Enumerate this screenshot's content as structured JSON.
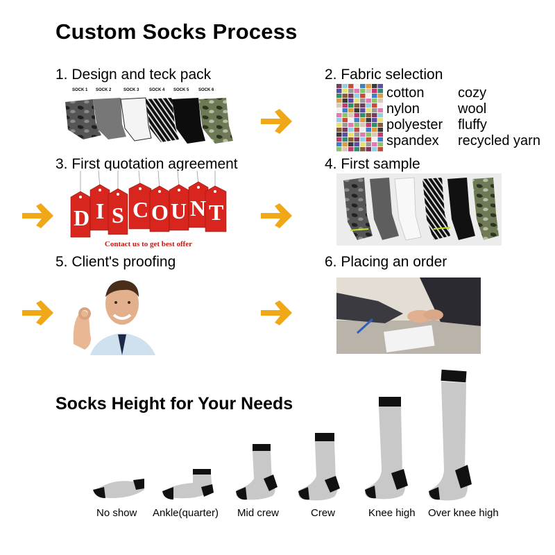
{
  "title": "Custom Socks Process",
  "steps": [
    {
      "label": "1. Design and teck pack"
    },
    {
      "label": "2. Fabric selection"
    },
    {
      "label": "3. First quotation agreement"
    },
    {
      "label": "4. First sample"
    },
    {
      "label": "5. Client's proofing"
    },
    {
      "label": "6. Placing an order"
    }
  ],
  "sock_labels": [
    "SOCK 1",
    "SOCK 2",
    "SOCK 3",
    "SOCK 4",
    "SOCK 5",
    "SOCK 6"
  ],
  "fabrics": {
    "col1": [
      "cotton",
      "nylon",
      "polyester",
      "spandex"
    ],
    "col2": [
      "cozy",
      "wool",
      "fluffy",
      "recycled yarn"
    ]
  },
  "discount": {
    "letters": [
      "D",
      "I",
      "S",
      "C",
      "O",
      "U",
      "N",
      "T"
    ],
    "caption": "Contact us to get best offer"
  },
  "heights": {
    "title": "Socks Height for Your Needs",
    "items": [
      "No show",
      "Ankle(quarter)",
      "Mid crew",
      "Crew",
      "Knee high",
      "Over knee high"
    ]
  },
  "colors": {
    "arrow": "#f0a818",
    "tag_red": "#d8251e",
    "sock_grey": "#c8c8c8",
    "sock_black": "#111111"
  }
}
